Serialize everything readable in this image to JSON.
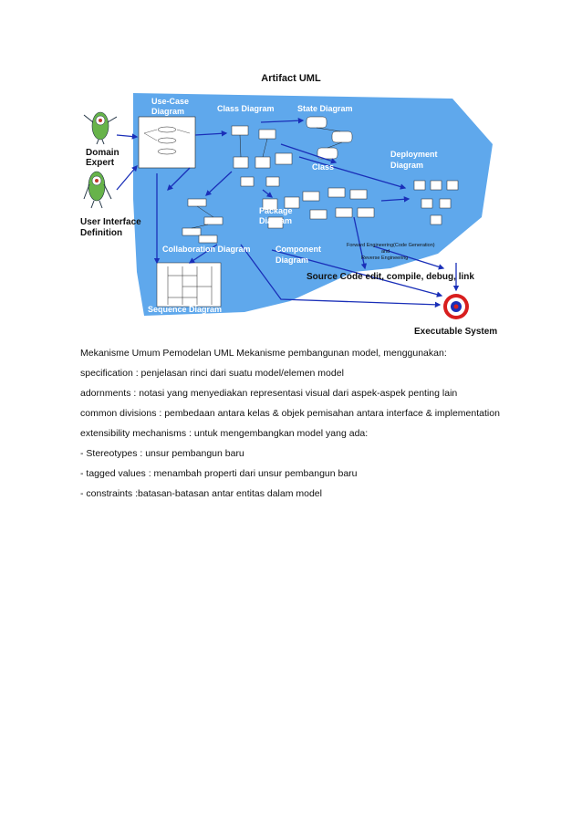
{
  "page": {
    "title": "Artifact UML"
  },
  "figure": {
    "labels": {
      "use_case": "Use-Case",
      "use_case_2": "Diagram",
      "class_diagram": "Class Diagram",
      "state_diagram": "State Diagram",
      "class": "Class",
      "deployment": "Deployment",
      "deployment_2": "Diagram",
      "package": "Package",
      "package_2": "Diagram",
      "collaboration": "Collaboration Diagram",
      "component": "Component",
      "component_2": "Diagram",
      "sequence": "Sequence Diagram",
      "domain_expert": "Domain",
      "domain_expert_2": "Expert",
      "ui_definition": "User Interface",
      "ui_definition_2": "Definition",
      "forward_eng": "Forward Engineering(Code Generation)",
      "and": "and",
      "reverse_eng": "Reverse Engineering",
      "source_code": "Source Code edit, compile, debug, link",
      "executable": "Executable System"
    },
    "colors": {
      "panel_blue": "#5fa8ec",
      "arrow_blue": "#1a2fb8",
      "target_red": "#d81e1e"
    }
  },
  "body": {
    "lines": [
      "Mekanisme Umum Pemodelan UML Mekanisme pembangunan model, menggunakan:",
      "specification : penjelasan rinci dari suatu model/elemen model",
      "adornments : notasi yang menyediakan representasi visual dari aspek-aspek penting lain",
      "common divisions : pembedaan antara kelas & objek pemisahan antara interface & implementation",
      "extensibility mechanisms : untuk mengembangkan model yang ada:",
      "- Stereotypes : unsur pembangun baru",
      "- tagged values : menambah properti dari unsur pembangun baru",
      "- constraints :batasan-batasan antar entitas dalam model"
    ]
  }
}
